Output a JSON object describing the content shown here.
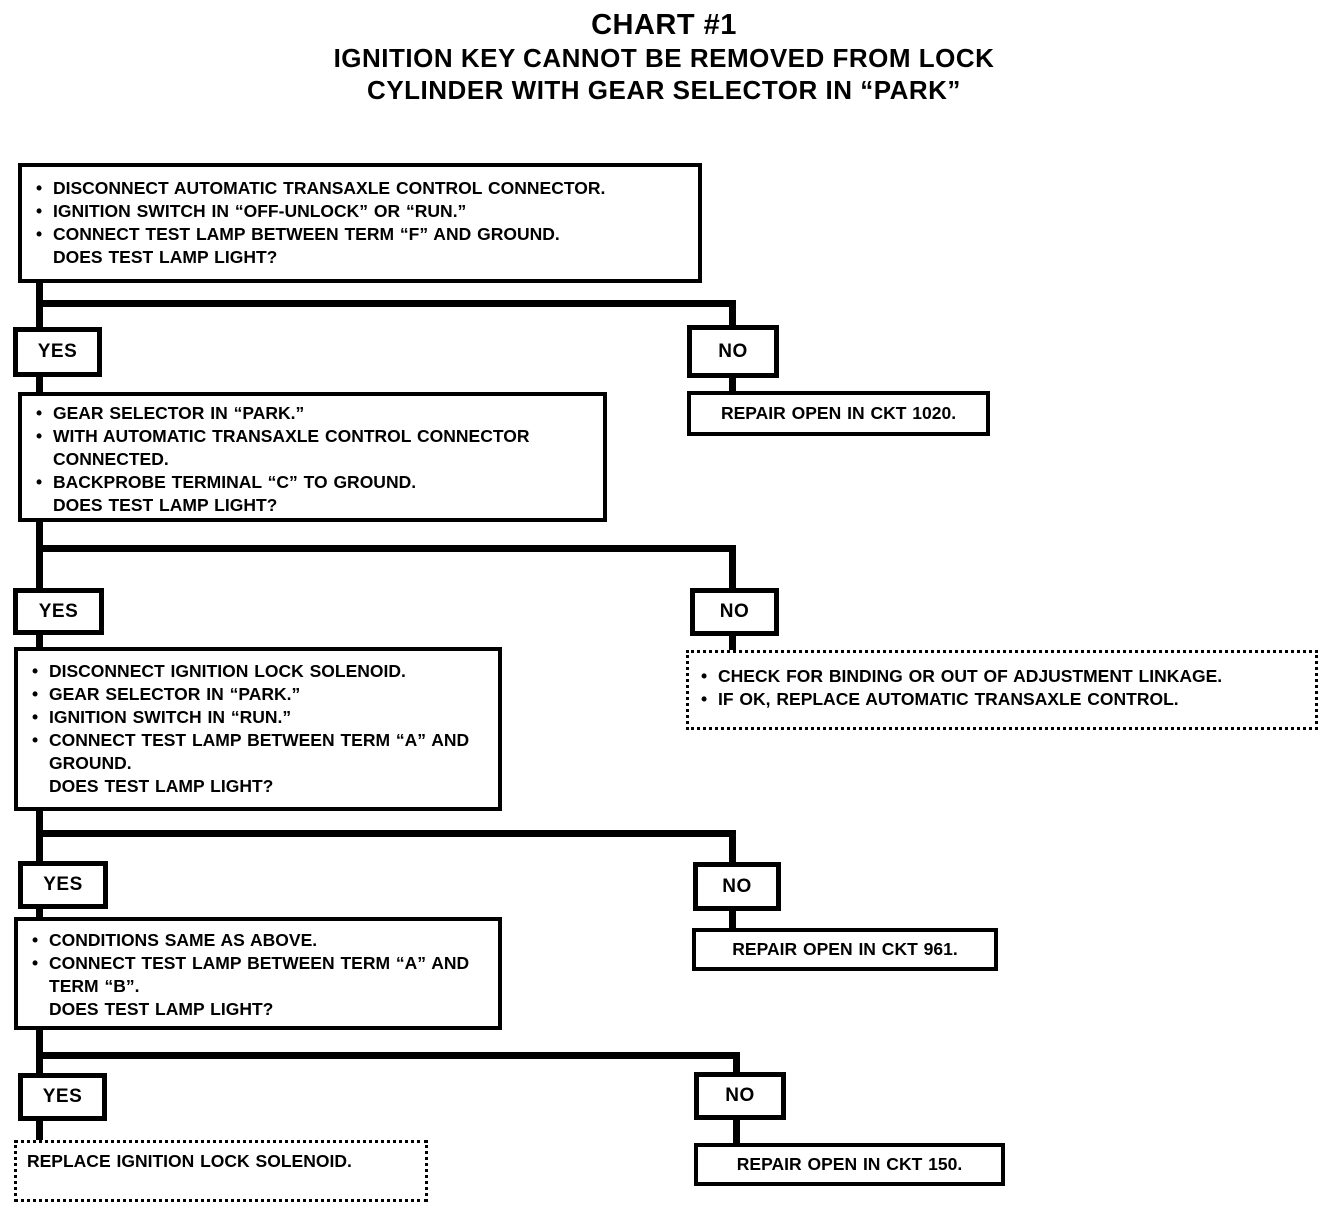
{
  "glyph": {
    "bullet": "•"
  },
  "title": {
    "line1": "CHART #1",
    "line2": "IGNITION KEY CANNOT BE REMOVED FROM LOCK",
    "line3": "CYLINDER WITH GEAR SELECTOR IN “PARK”"
  },
  "labels": {
    "yes": "YES",
    "no": "NO"
  },
  "steps": [
    {
      "bullets": [
        "DISCONNECT AUTOMATIC TRANSAXLE CONTROL CONNECTOR.",
        "IGNITION SWITCH IN “OFF-UNLOCK” OR “RUN.”",
        "CONNECT TEST LAMP BETWEEN TERM “F” AND GROUND."
      ],
      "question": "DOES TEST LAMP LIGHT?",
      "no_result": "REPAIR OPEN IN CKT 1020."
    },
    {
      "bullets": [
        "GEAR SELECTOR IN “PARK.”",
        "WITH AUTOMATIC TRANSAXLE CONTROL CONNECTOR CONNECTED.",
        "BACKPROBE TERMINAL “C” TO GROUND."
      ],
      "question": "DOES TEST LAMP LIGHT?",
      "no_result_bullets": [
        "CHECK FOR BINDING OR OUT OF ADJUSTMENT LINKAGE.",
        "IF OK, REPLACE AUTOMATIC TRANSAXLE CONTROL."
      ]
    },
    {
      "bullets": [
        "DISCONNECT IGNITION LOCK SOLENOID.",
        "GEAR SELECTOR IN “PARK.”",
        "IGNITION SWITCH IN “RUN.”",
        "CONNECT TEST LAMP BETWEEN TERM “A” AND GROUND."
      ],
      "question": "DOES TEST LAMP LIGHT?",
      "no_result": "REPAIR OPEN IN CKT 961."
    },
    {
      "bullets": [
        "CONDITIONS SAME AS ABOVE.",
        "CONNECT TEST LAMP BETWEEN TERM “A” AND TERM “B”."
      ],
      "question": "DOES TEST LAMP LIGHT?",
      "yes_result": "REPLACE IGNITION LOCK SOLENOID.",
      "no_result": "REPAIR OPEN IN CKT 150."
    }
  ]
}
